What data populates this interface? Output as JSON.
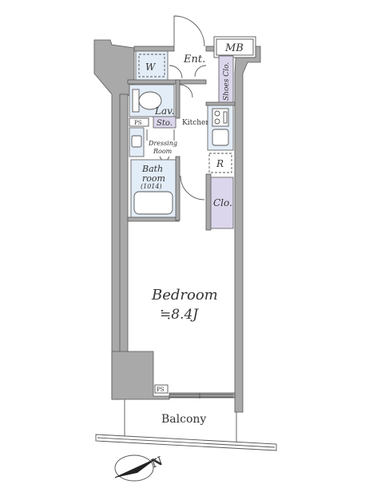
{
  "rooms": {
    "mb": "MB",
    "entrance": "Ent.",
    "washer": "W",
    "shoes_closet": "Shoes Clo.",
    "lavatory": "Lav.",
    "storage": "Sto.",
    "ps": "PS",
    "kitchen": "Kitchen",
    "dressing_line1": "Dressing",
    "dressing_line2": "Room",
    "refrigerator": "R",
    "bath_line1": "Bath",
    "bath_line2": "room",
    "bath_size": "(1014)",
    "closet": "Clo.",
    "bedroom": "Bedroom",
    "bedroom_area": "≒8.4J",
    "ps_small": "PS",
    "balcony": "Balcony"
  },
  "compass": {
    "north_label": "N"
  },
  "colors": {
    "wall": "#a9a9a9",
    "accent_lavender": "#dcd6ec",
    "accent_blue": "#e3edf8",
    "line": "#555555"
  }
}
